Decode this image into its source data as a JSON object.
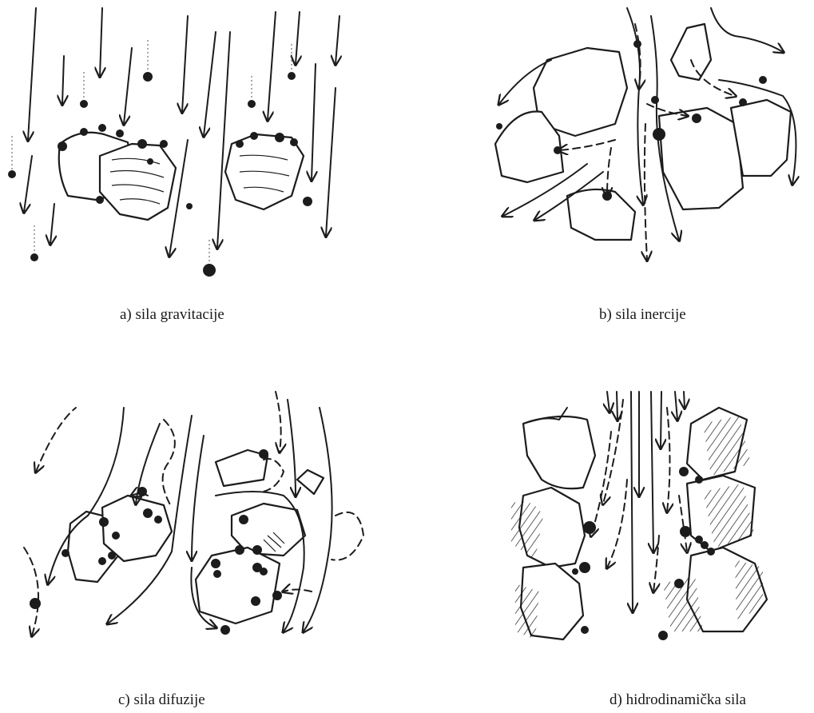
{
  "panels": {
    "a": {
      "caption": "a) sila gravitacije"
    },
    "b": {
      "caption": "b) sila inercije"
    },
    "c": {
      "caption": "c) sila difuzije"
    },
    "d": {
      "caption": "d) hidrodinamička sila"
    }
  }
}
